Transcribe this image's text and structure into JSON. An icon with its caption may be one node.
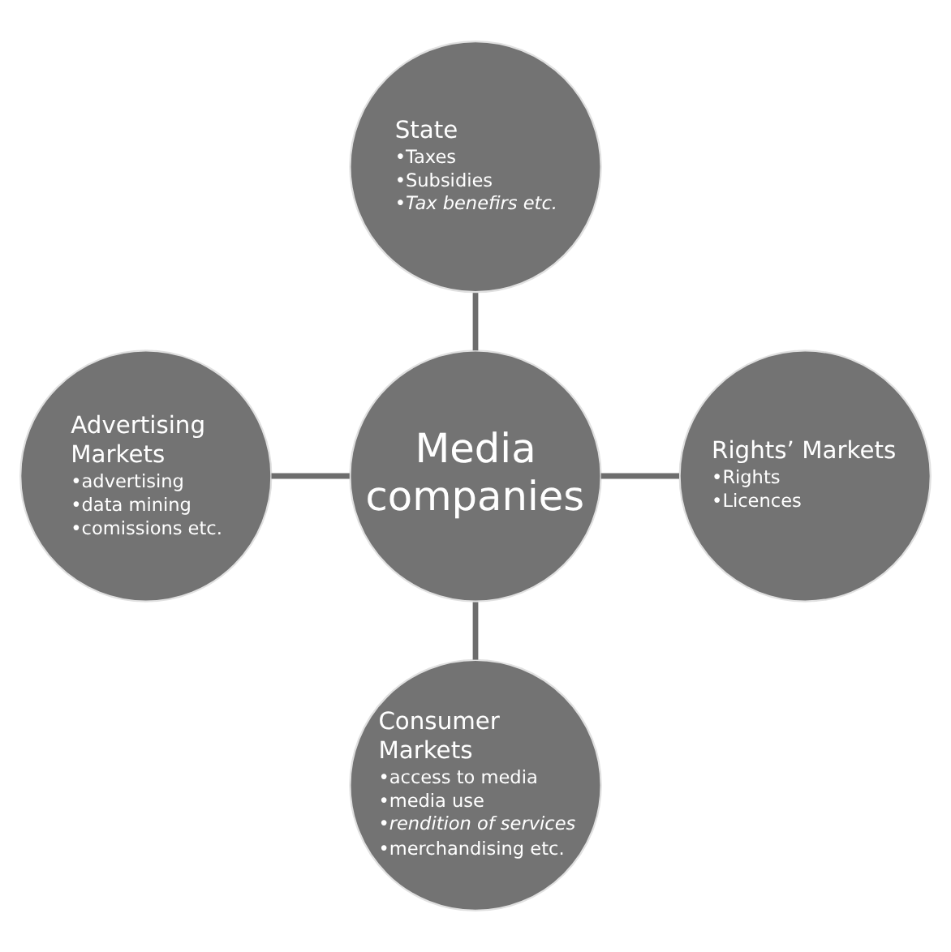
{
  "diagram": {
    "nodes": [
      {
        "text": [
          "Media companies"
        ]
      },
      {
        "text": [
          "State",
          "•Taxes",
          "•Subsidies",
          "•Tax benefirs etc."
        ]
      },
      {
        "text": [
          "Advertising Markets",
          "•advertising",
          "•data mining",
          "•comissions etc."
        ]
      },
      {
        "text": [
          "Rights’ Markets",
          "•Rights",
          "•Licences"
        ]
      },
      {
        "text": [
          "Consumer Markets",
          "•access to media",
          "•media use",
          "•rendition of services",
          "•merchandising etc."
        ]
      }
    ],
    "edges": [
      {
        "from": 1,
        "to": 0,
        "arrow": "none"
      },
      {
        "from": 2,
        "to": 0,
        "arrow": "none"
      },
      {
        "from": 0,
        "to": 3,
        "arrow": "none"
      },
      {
        "from": 0,
        "to": 4,
        "arrow": "none"
      }
    ]
  }
}
